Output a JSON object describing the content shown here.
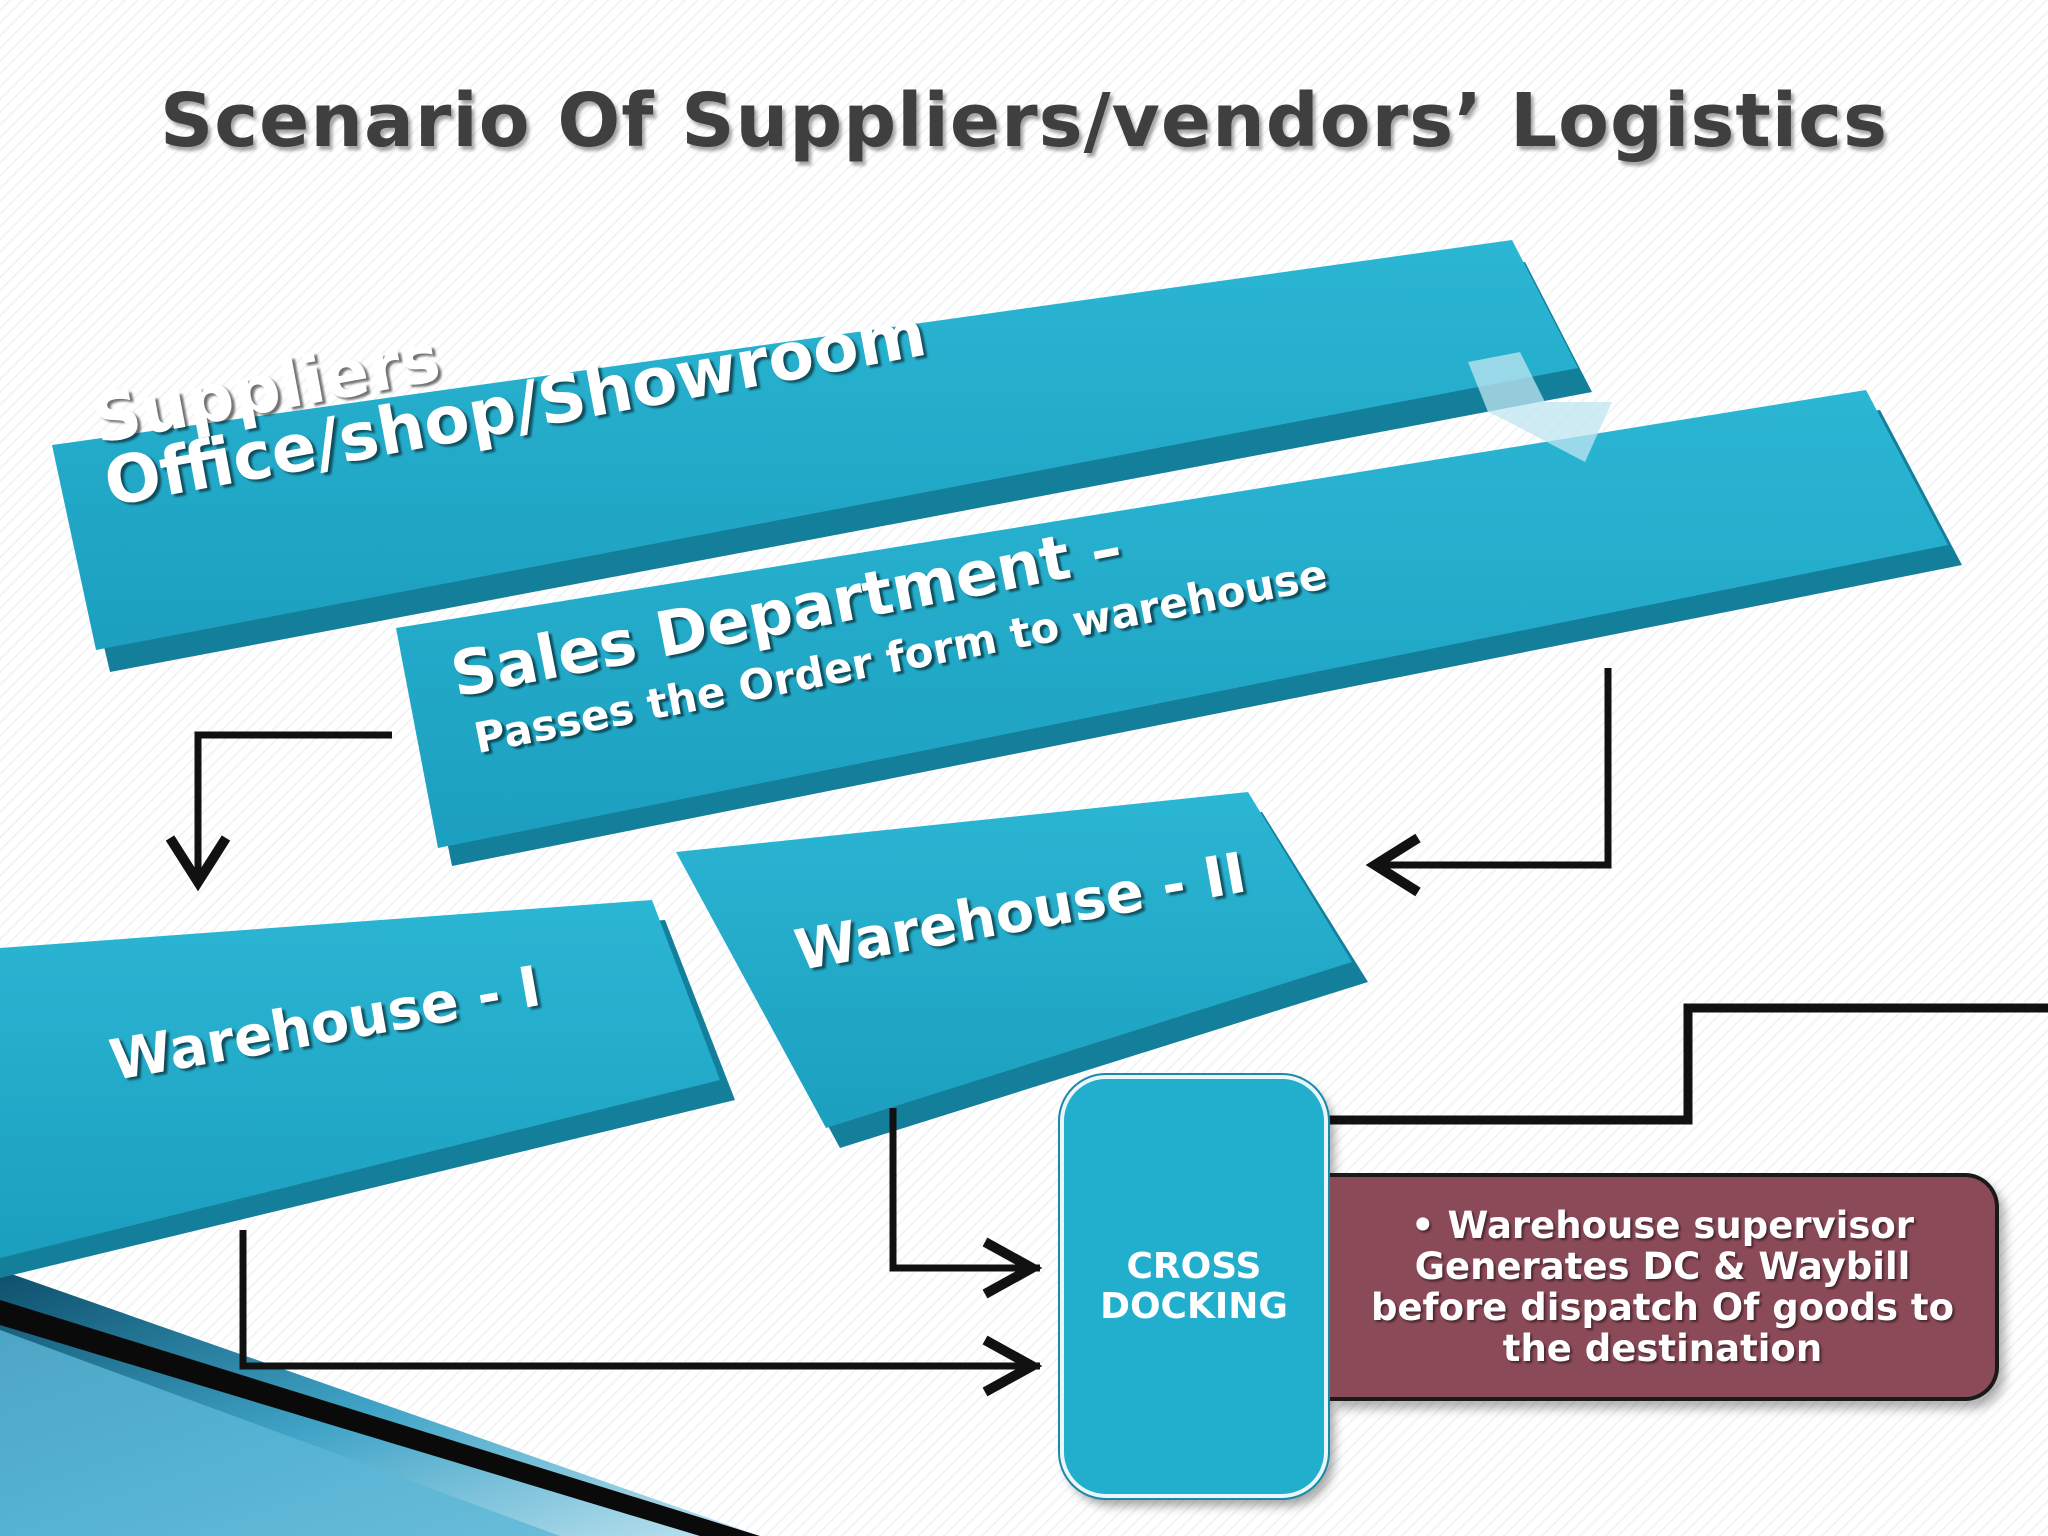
{
  "title": "Scenario Of Suppliers/vendors’ Logistics",
  "blocks": {
    "suppliers_line1": "Suppliers",
    "suppliers_line2": "Office/shop/Showroom",
    "sales_title": "Sales Department –",
    "sales_subtitle": "Passes the Order form to warehouse",
    "warehouse_2": "Warehouse - II",
    "warehouse_1": "Warehouse - I",
    "cross_docking": "CROSS DOCKING"
  },
  "note": {
    "text": "• Warehouse supervisor Generates DC & Waybill before dispatch Of goods to the destination"
  },
  "colors": {
    "block_teal": "#22aecd",
    "block_teal_dark": "#168aa6",
    "note_maroon": "#8b4a58",
    "arrow": "#111111",
    "title_gray": "#3f3f3f"
  }
}
